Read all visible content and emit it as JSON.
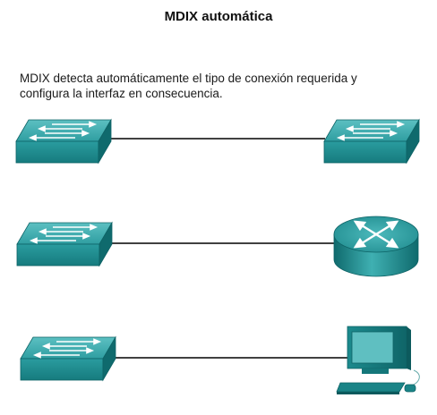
{
  "title": "MDIX automática",
  "description": {
    "line1": "MDIX detecta automáticamente el tipo de conexión requerida y",
    "line2": "configura la interfaz en consecuencia."
  },
  "connections": [
    {
      "left_device": "switch-icon",
      "right_device": "switch-icon"
    },
    {
      "left_device": "switch-icon",
      "right_device": "router-icon"
    },
    {
      "left_device": "switch-icon",
      "right_device": "computer-icon"
    }
  ],
  "colors": {
    "device_teal": "#1f8f92",
    "device_top": "#4fb3b5",
    "device_dark": "#0e6366",
    "link": "#000000"
  }
}
